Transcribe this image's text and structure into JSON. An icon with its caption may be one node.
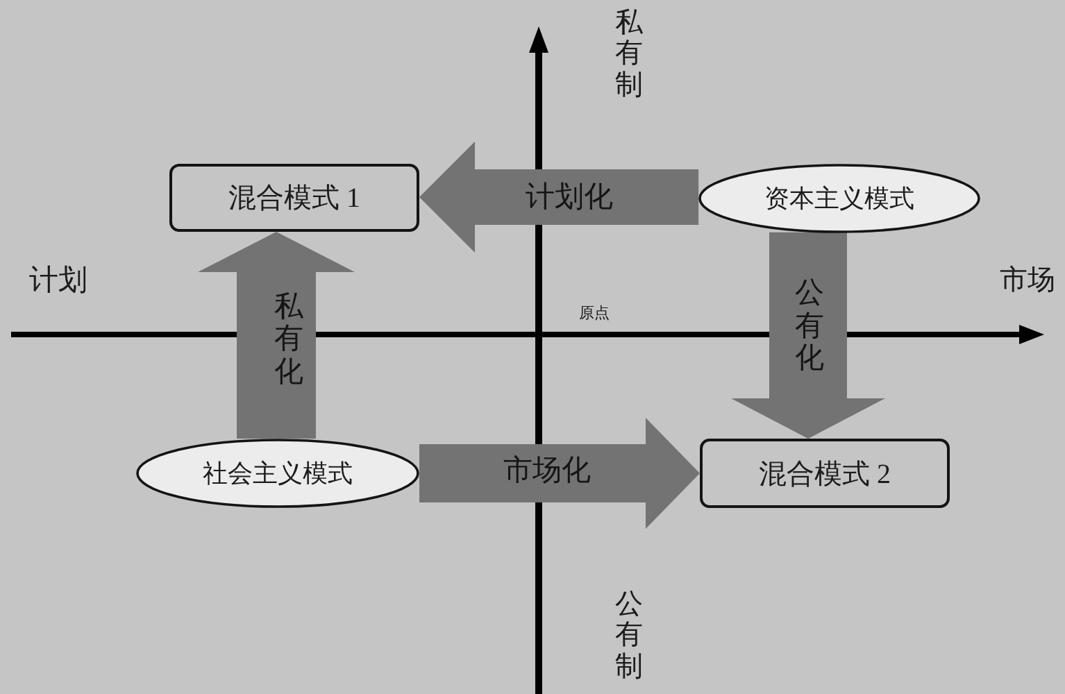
{
  "diagram": {
    "nodes": [
      {
        "text": [
          "混合模式 1"
        ]
      },
      {
        "text": [
          "资本主义模式"
        ]
      },
      {
        "text": [
          "社会主义模式"
        ]
      },
      {
        "text": [
          "混合模式 2"
        ]
      }
    ],
    "edges": [
      {
        "from": 1,
        "to": 0,
        "arrow": "to",
        "label": "计划化"
      },
      {
        "from": 2,
        "to": 0,
        "arrow": "to",
        "label": "私有化"
      },
      {
        "from": 1,
        "to": 3,
        "arrow": "to",
        "label": "公有化"
      },
      {
        "from": 2,
        "to": 3,
        "arrow": "to",
        "label": "市场化"
      }
    ],
    "labels": [
      "私有制",
      "计划",
      "市场",
      "原点",
      "公有制"
    ]
  }
}
